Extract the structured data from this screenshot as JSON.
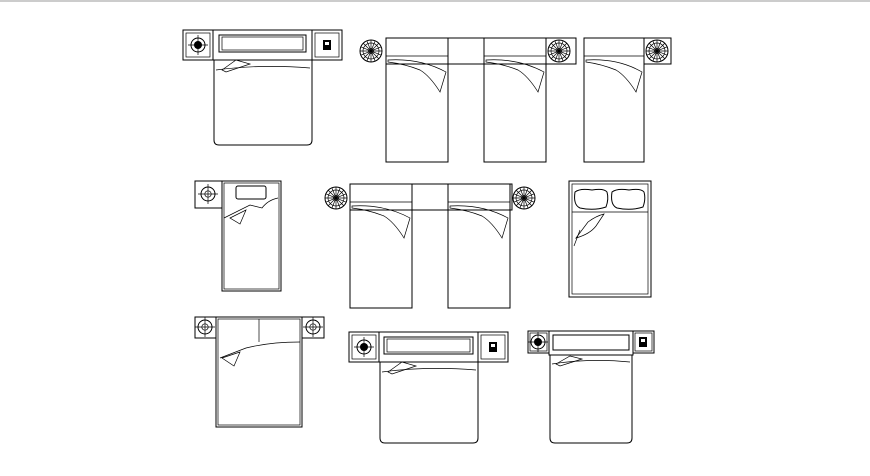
{
  "drawing": {
    "colors": {
      "background": "#ffffff",
      "line": "#000000"
    },
    "icons": {
      "pillow": "pillow-icon",
      "lamp": "lamp-icon",
      "sheet_fold": "sheet-fold-icon",
      "phone": "phone-icon"
    },
    "blocks": [
      "double-bed-a",
      "twin-beds-a",
      "single-bed-a",
      "single-bed-b",
      "twin-beds-b",
      "double-bed-b",
      "double-bed-c",
      "double-bed-d",
      "double-bed-e"
    ]
  }
}
